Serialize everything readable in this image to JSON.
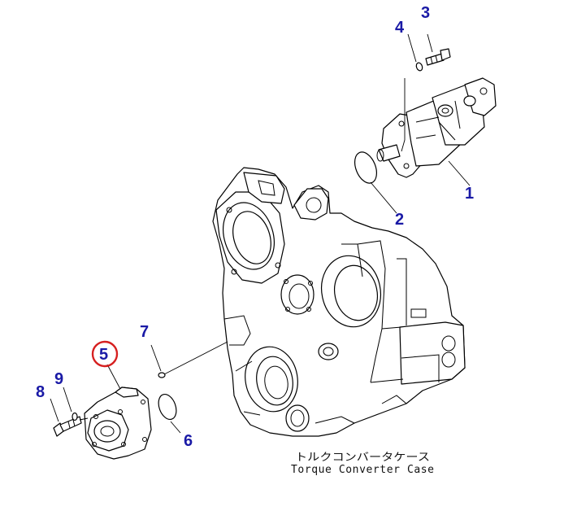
{
  "diagram": {
    "colors": {
      "callout_text": "#1a1aa6",
      "highlight_ring": "#d62020",
      "line_art": "#000000",
      "background": "#ffffff"
    },
    "callouts": [
      {
        "id": "1",
        "label": "1",
        "part": "hydraulic-pump"
      },
      {
        "id": "2",
        "label": "2",
        "part": "o-ring"
      },
      {
        "id": "3",
        "label": "3",
        "part": "bolt"
      },
      {
        "id": "4",
        "label": "4",
        "part": "washer"
      },
      {
        "id": "5",
        "label": "5",
        "part": "cover",
        "highlighted": true
      },
      {
        "id": "6",
        "label": "6",
        "part": "o-ring"
      },
      {
        "id": "7",
        "label": "7",
        "part": "o-ring"
      },
      {
        "id": "8",
        "label": "8",
        "part": "bolt"
      },
      {
        "id": "9",
        "label": "9",
        "part": "washer"
      }
    ],
    "caption": {
      "japanese": "トルクコンバータケース",
      "english": "Torque Converter Case"
    }
  }
}
